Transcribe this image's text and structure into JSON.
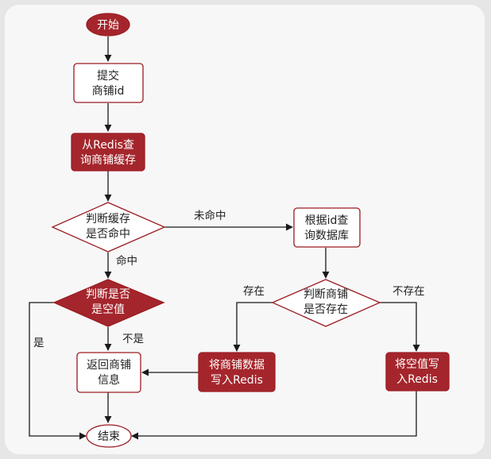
{
  "nodes": {
    "start": "开始",
    "submit": [
      "提交",
      "商铺id"
    ],
    "query_redis": [
      "从Redis查",
      "询商铺缓存"
    ],
    "check_cache": [
      "判断缓存",
      "是否命中"
    ],
    "query_db": [
      "根据id查",
      "询数据库"
    ],
    "check_empty": [
      "判断是否",
      "是空值"
    ],
    "check_shop": [
      "判断商铺",
      "是否存在"
    ],
    "return_info": [
      "返回商铺",
      "信息"
    ],
    "write_redis": [
      "将商铺数据",
      "写入Redis"
    ],
    "write_null": [
      "将空值写",
      "入Redis"
    ],
    "end": "结束"
  },
  "edges": {
    "miss": "未命中",
    "hit": "命中",
    "yes": "是",
    "not": "不是",
    "exists": "存在",
    "not_exists": "不存在"
  },
  "colors": {
    "accent": "#a4262c",
    "stroke": "#9b1c22",
    "line": "#1a1a1a"
  }
}
